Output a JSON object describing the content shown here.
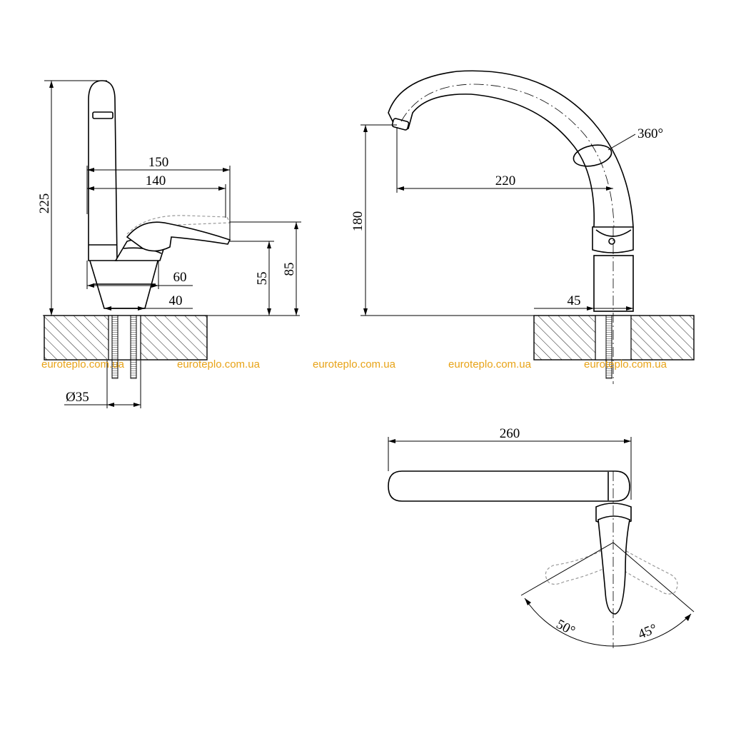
{
  "colors": {
    "line": "#000000",
    "ghost": "#999999",
    "watermark": "#E8A317",
    "background": "#ffffff"
  },
  "watermark": "euroteplo.com.ua",
  "dimensions": {
    "total_height": "225",
    "spout_reach_outer": "150",
    "spout_reach_inner": "140",
    "base_width": "60",
    "base_bottom": "40",
    "handle_height_low": "55",
    "handle_height_high": "85",
    "mount_hole": "Ø35",
    "spout_height": "180",
    "spout_reach": "220",
    "body_width": "45",
    "rotation": "360°",
    "total_length": "260",
    "handle_left_angle": "50°",
    "handle_right_angle": "45°"
  }
}
